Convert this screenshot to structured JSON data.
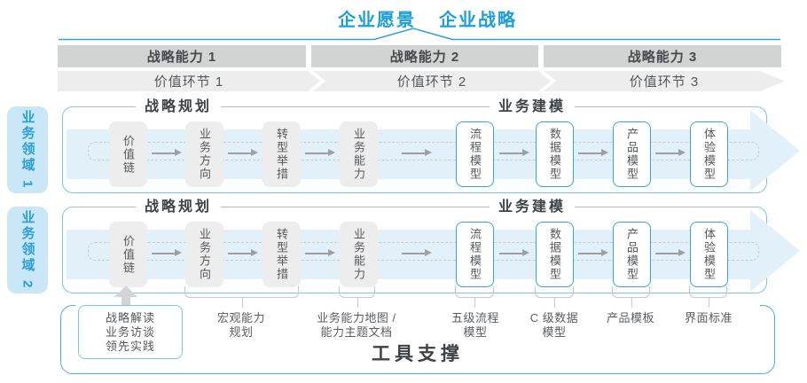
{
  "title": {
    "vision": "企业愿景",
    "strategy": "企业战略"
  },
  "capability_band": [
    "战略能力 1",
    "战略能力 2",
    "战略能力 3"
  ],
  "value_band": [
    "价值环节 1",
    "价值环节 2",
    "价值环节 3"
  ],
  "domains": [
    {
      "label": "业务领域 1"
    },
    {
      "label": "业务领域 2"
    }
  ],
  "sections": {
    "planning": "战略规划",
    "modeling": "业务建模"
  },
  "nodes": {
    "planning": [
      "价值链",
      "业务方向",
      "转型举措",
      "业务能力"
    ],
    "modeling": [
      "流程模型",
      "数据模型",
      "产品模型",
      "体验模型"
    ]
  },
  "practice_box": {
    "lines": [
      "战略解读",
      "业务访谈",
      "领先实践"
    ]
  },
  "deliverables": [
    {
      "lines": [
        "宏观能力",
        "规划"
      ]
    },
    {
      "lines": [
        "业务能力地图 /",
        "能力主题文档"
      ]
    },
    {
      "lines": [
        "五级流程",
        "模型"
      ]
    },
    {
      "lines": [
        "C 级数据",
        "模型"
      ]
    },
    {
      "lines": [
        "产品模板"
      ]
    },
    {
      "lines": [
        "界面标准"
      ]
    }
  ],
  "footer": {
    "label": "工具支撑"
  },
  "colors": {
    "accent_blue": "#1b9dd8",
    "light_blue_fill": "#e2f0fa",
    "tab_fill": "#c9e7f6",
    "band_dark": "#d2d3d3",
    "band_light": "#ededee",
    "node_gray": "#ededee",
    "node_border_blue": "#35a5db",
    "lane_border": "#7cc5e9",
    "tools_border": "#49acdc"
  }
}
